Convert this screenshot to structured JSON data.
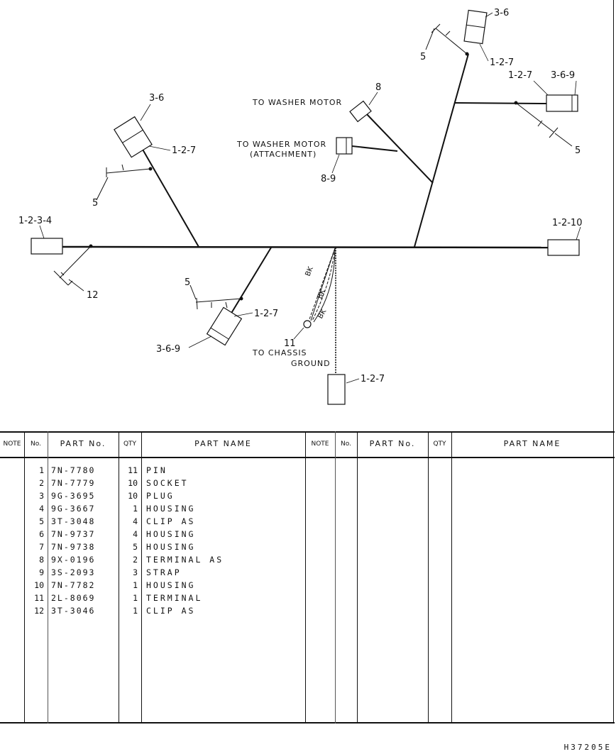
{
  "diagram": {
    "callouts": {
      "left_connector": "1-2-3-4",
      "left_clip": "12",
      "upper_left_housing": "3-6",
      "upper_left_terminal": "1-2-7",
      "upper_left_clip": "5",
      "lower_left_clip": "5",
      "lower_left_terminal": "1-2-7",
      "lower_left_housing": "3-6-9",
      "ground_terminal_no": "11",
      "bottom_connector": "1-2-7",
      "washer_motor_no": "8",
      "washer_motor_att_no": "8-9",
      "top_housing": "3-6",
      "top_clip": "5",
      "top_terminal": "1-2-7",
      "right_upper_terminal": "1-2-7",
      "right_upper_housing": "3-6-9",
      "right_upper_clip": "5",
      "right_connector": "1-2-10"
    },
    "notes": {
      "to_washer_motor": "TO WASHER MOTOR",
      "to_washer_motor_att_1": "TO WASHER MOTOR",
      "to_washer_motor_att_2": "(ATTACHMENT)",
      "to_chassis_1": "TO CHASSIS",
      "to_chassis_2": "GROUND",
      "wire_color_1": "BK",
      "wire_color_2": "BK",
      "wire_color_3": "BK"
    }
  },
  "table": {
    "headers": {
      "note": "NOTE",
      "no": "No.",
      "part_no": "PART No.",
      "qty": "QTY",
      "part_name": "PART NAME"
    },
    "rows": [
      {
        "no": "1",
        "part_no": "7N-7780",
        "qty": "11",
        "name": "PIN"
      },
      {
        "no": "2",
        "part_no": "7N-7779",
        "qty": "10",
        "name": "SOCKET"
      },
      {
        "no": "3",
        "part_no": "9G-3695",
        "qty": "10",
        "name": "PLUG"
      },
      {
        "no": "4",
        "part_no": "9G-3667",
        "qty": "1",
        "name": "HOUSING"
      },
      {
        "no": "5",
        "part_no": "3T-3048",
        "qty": "4",
        "name": "CLIP AS"
      },
      {
        "no": "6",
        "part_no": "7N-9737",
        "qty": "4",
        "name": "HOUSING"
      },
      {
        "no": "7",
        "part_no": "7N-9738",
        "qty": "5",
        "name": "HOUSING"
      },
      {
        "no": "8",
        "part_no": "9X-0196",
        "qty": "2",
        "name": "TERMINAL AS"
      },
      {
        "no": "9",
        "part_no": "3S-2093",
        "qty": "3",
        "name": "STRAP"
      },
      {
        "no": "10",
        "part_no": "7N-7782",
        "qty": "1",
        "name": "HOUSING"
      },
      {
        "no": "11",
        "part_no": "2L-8069",
        "qty": "1",
        "name": "TERMINAL"
      },
      {
        "no": "12",
        "part_no": "3T-3046",
        "qty": "1",
        "name": "CLIP AS"
      }
    ]
  },
  "drawing_code": "H37205E"
}
